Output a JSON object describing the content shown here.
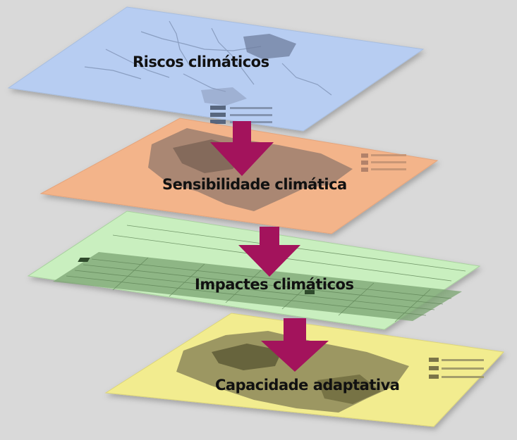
{
  "layers": [
    {
      "label": "Riscos climáticos",
      "color": "#b7cdf2",
      "detail": "#8d9dbb"
    },
    {
      "label": "Sensibilidade climática",
      "color": "#f3b48a",
      "detail": "#9c7f6e"
    },
    {
      "label": "Impactes climáticos",
      "color": "#c9efbf",
      "detail": "#6f9366"
    },
    {
      "label": "Capacidade adaptativa",
      "color": "#f2ec8f",
      "detail": "#6e6a3e"
    }
  ],
  "arrow_color": "#a3135c",
  "background": "#d9d9d9"
}
